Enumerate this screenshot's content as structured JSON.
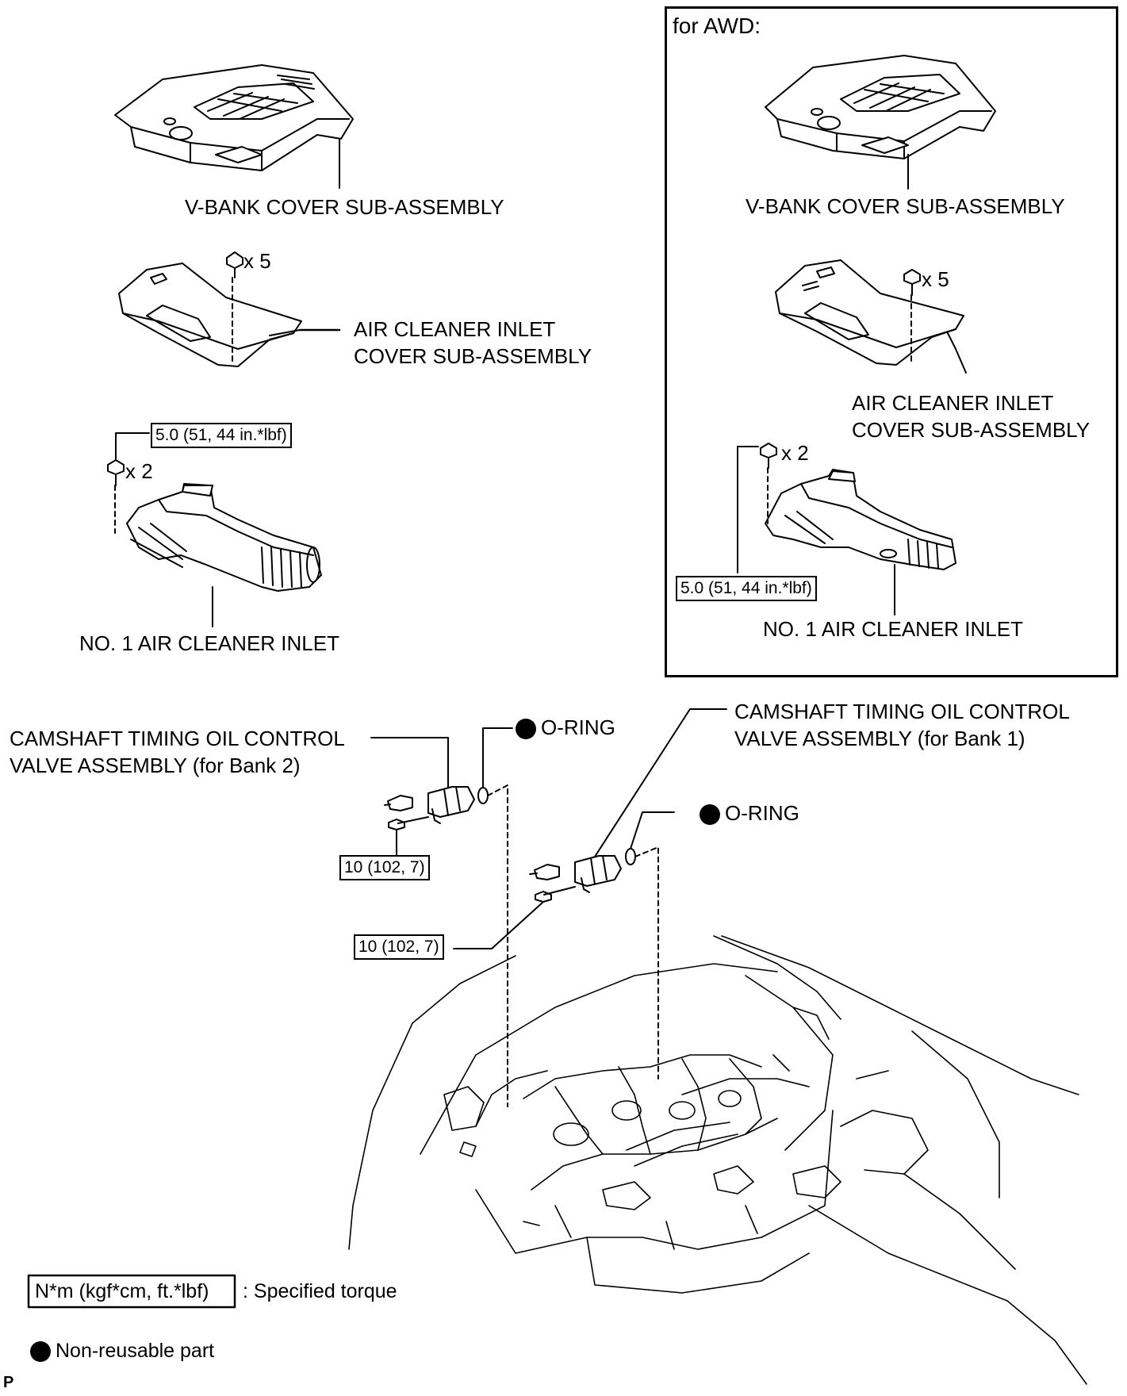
{
  "awd_title": "for AWD:",
  "left": {
    "vbank_cover": "V-BANK COVER SUB-ASSEMBLY",
    "bolt_qty_5": "x 5",
    "inlet_cover_line1": "AIR CLEANER INLET",
    "inlet_cover_line2": "COVER SUB-ASSEMBLY",
    "torque_inlet": "5.0 (51, 44 in.*lbf)",
    "bolt_qty_2": "x 2",
    "no1_inlet": "NO. 1 AIR CLEANER INLET"
  },
  "awd": {
    "vbank_cover": "V-BANK COVER SUB-ASSEMBLY",
    "bolt_qty_5": "x 5",
    "inlet_cover_line1": "AIR CLEANER INLET",
    "inlet_cover_line2": "COVER SUB-ASSEMBLY",
    "bolt_qty_2": "x 2",
    "torque_inlet": "5.0 (51, 44 in.*lbf)",
    "no1_inlet": "NO. 1 AIR CLEANER INLET"
  },
  "valves": {
    "bank2_line1": "CAMSHAFT TIMING OIL CONTROL",
    "bank2_line2": "VALVE ASSEMBLY (for Bank 2)",
    "bank1_line1": "CAMSHAFT TIMING OIL CONTROL",
    "bank1_line2": "VALVE ASSEMBLY (for Bank 1)",
    "oring_bank2": "O-RING",
    "oring_bank1": "O-RING",
    "torque_bank2": "10 (102, 7)",
    "torque_bank1": "10 (102, 7)"
  },
  "legend": {
    "torque_box": "N*m (kgf*cm, ft.*lbf)",
    "torque_text": ": Specified torque",
    "nonreusable_text": "Non-reusable part"
  },
  "corner_mark": "P"
}
